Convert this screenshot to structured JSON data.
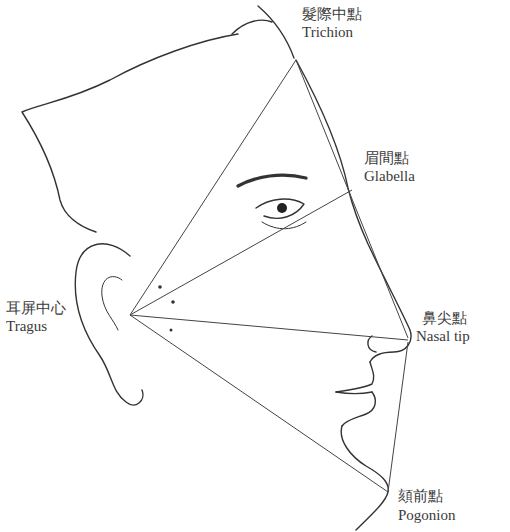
{
  "diagram": {
    "labels": [
      "髮際中點",
      "Trichion",
      "眉間點",
      "Glabella",
      "耳屏中心",
      "Tragus",
      "鼻尖點",
      "Nasal tip",
      "頦前點",
      "Pogonion"
    ]
  }
}
